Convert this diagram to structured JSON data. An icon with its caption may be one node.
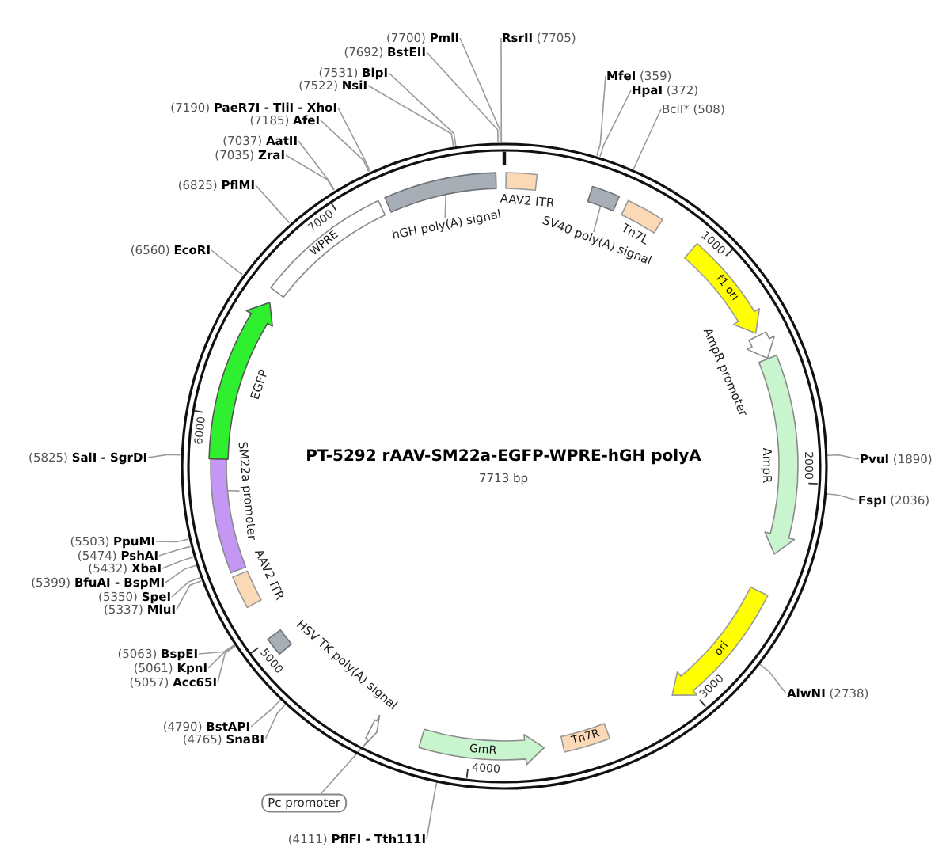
{
  "diagram": {
    "title": "PT-5292 rAAV-SM22a-EGFP-WPRE-hGH polyA",
    "nodes": [
      {
        "text": [],
        "shape": "circle"
      },
      {
        "text": [],
        "shape": "bar",
        "beside": [
          "AAV2 ITR"
        ],
        "in": 0
      },
      {
        "text": [
          "SV40 poly(A) signal"
        ],
        "in": 0
      },
      {
        "text": [],
        "shape": "bar",
        "in": 0
      },
      {
        "text": [],
        "shape": "bar",
        "beside": [
          "Tn7L"
        ],
        "in": 0
      },
      {
        "text": [
          "f1 ori"
        ],
        "in": 0
      },
      {
        "text": [],
        "shape": "arrow",
        "beside": [
          "AmpR promoter"
        ],
        "in": 0
      },
      {
        "text": [],
        "shape": "arrow",
        "beside": [
          "AmpR"
        ],
        "in": 0
      },
      {
        "text": [
          "ori"
        ],
        "in": 0
      },
      {
        "text": [
          "Tn7R"
        ],
        "in": 0
      },
      {
        "text": [
          "GmR"
        ],
        "in": 0
      },
      {
        "text": [
          "Pc promoter"
        ]
      },
      {
        "text": [],
        "shape": "arrow",
        "in": 0
      },
      {
        "text": [],
        "shape": "bar",
        "beside": [
          "HSV TK poly(A) signal"
        ],
        "in": 0
      },
      {
        "text": [],
        "shape": "bar",
        "beside": [
          "AAV2 ITR"
        ],
        "in": 0
      },
      {
        "text": [
          "SM22a promoter"
        ],
        "in": 0
      },
      {
        "text": [],
        "shape": "bar",
        "in": 0
      },
      {
        "text": [],
        "shape": "arrow",
        "beside": [
          "EGFP"
        ],
        "in": 0
      },
      {
        "text": [
          "WPRE"
        ],
        "in": 0
      },
      {
        "text": [
          "hGH poly(A) signal"
        ],
        "in": 0
      },
      {
        "text": [],
        "shape": "bar",
        "in": 0
      },
      {
        "text": [
          "**MfeI** (359)"
        ]
      },
      {
        "text": [
          "**HpaI** (372)"
        ]
      },
      {
        "text": [
          "BclI* (508)"
        ]
      },
      {
        "text": [
          "**PvuI** (1890)"
        ]
      },
      {
        "text": [
          "**FspI** (2036)"
        ]
      },
      {
        "text": [
          "**AlwNI** (2738)"
        ]
      },
      {
        "text": [
          "(4111) **PflFI - Tth111I**"
        ]
      },
      {
        "text": [
          "(4765) **SnaBI**"
        ]
      },
      {
        "text": [
          "(4790) **BstAPI**"
        ]
      },
      {
        "text": [
          "(5057) **Acc65I**"
        ]
      },
      {
        "text": [
          "(5061) **KpnI**"
        ]
      },
      {
        "text": [
          "(5063) **BspEI**"
        ]
      },
      {
        "text": [
          "(5337) **MluI**"
        ]
      },
      {
        "text": [
          "(5350) **SpeI**"
        ]
      },
      {
        "text": [
          "(5399) **BfuAI - BspMI**"
        ]
      },
      {
        "text": [
          "(5432) **XbaI**"
        ]
      },
      {
        "text": [
          "(5474) **PshAI**"
        ]
      },
      {
        "text": [
          "(5503) **PpuMI**"
        ]
      },
      {
        "text": [
          "(5825) **SalI - SgrDI**"
        ]
      },
      {
        "text": [
          "(6560) **EcoRI**"
        ]
      },
      {
        "text": [
          "(6825) **PflMI**"
        ]
      },
      {
        "text": [
          "(7035) **ZraI**"
        ]
      },
      {
        "text": [
          "(7037) **AatII**"
        ]
      },
      {
        "text": [
          "(7185) **AfeI**"
        ]
      },
      {
        "text": [
          "(7190) **PaeR7I - TliI - XhoI**"
        ]
      },
      {
        "text": [
          "(7522) **NsiI**"
        ]
      },
      {
        "text": [
          "(7531) **BlpI**"
        ]
      },
      {
        "text": [
          "(7692) **BstEII**"
        ]
      },
      {
        "text": [
          "(7700) **PmlI**"
        ]
      },
      {
        "text": [
          "**RsrII** (7705)"
        ]
      }
    ],
    "edges": [
      {
        "from": 2,
        "to": 3,
        "arrow": "none"
      },
      {
        "from": 11,
        "to": 12,
        "arrow": "none"
      },
      {
        "from": 15,
        "to": 16,
        "arrow": "none"
      },
      {
        "from": 19,
        "to": 20,
        "arrow": "none"
      },
      {
        "from": 21,
        "to": 0,
        "arrow": "none"
      },
      {
        "from": 22,
        "to": 0,
        "arrow": "none"
      },
      {
        "from": 23,
        "to": 0,
        "arrow": "none"
      },
      {
        "from": 24,
        "to": 0,
        "arrow": "none"
      },
      {
        "from": 25,
        "to": 0,
        "arrow": "none"
      },
      {
        "from": 26,
        "to": 0,
        "arrow": "none"
      },
      {
        "from": 27,
        "to": 0,
        "arrow": "none"
      },
      {
        "from": 28,
        "to": 0,
        "arrow": "none"
      },
      {
        "from": 29,
        "to": 0,
        "arrow": "none"
      },
      {
        "from": 30,
        "to": 0,
        "arrow": "none"
      },
      {
        "from": 31,
        "to": 0,
        "arrow": "none"
      },
      {
        "from": 32,
        "to": 0,
        "arrow": "none"
      },
      {
        "from": 33,
        "to": 0,
        "arrow": "none"
      },
      {
        "from": 34,
        "to": 0,
        "arrow": "none"
      },
      {
        "from": 35,
        "to": 0,
        "arrow": "none"
      },
      {
        "from": 36,
        "to": 0,
        "arrow": "none"
      },
      {
        "from": 37,
        "to": 0,
        "arrow": "none"
      },
      {
        "from": 38,
        "to": 0,
        "arrow": "none"
      },
      {
        "from": 39,
        "to": 0,
        "arrow": "none"
      },
      {
        "from": 40,
        "to": 0,
        "arrow": "none"
      },
      {
        "from": 41,
        "to": 0,
        "arrow": "none"
      },
      {
        "from": 42,
        "to": 0,
        "arrow": "none"
      },
      {
        "from": 43,
        "to": 0,
        "arrow": "none"
      },
      {
        "from": 44,
        "to": 0,
        "arrow": "none"
      },
      {
        "from": 45,
        "to": 0,
        "arrow": "none"
      },
      {
        "from": 46,
        "to": 0,
        "arrow": "none"
      },
      {
        "from": 47,
        "to": 0,
        "arrow": "none"
      },
      {
        "from": 48,
        "to": 0,
        "arrow": "none"
      },
      {
        "from": 49,
        "to": 0,
        "arrow": "none"
      },
      {
        "from": 50,
        "to": 0,
        "arrow": "none"
      }
    ],
    "labels": [
      "7713 bp",
      "1000",
      "2000",
      "3000",
      "4000",
      "5000",
      "6000",
      "7000"
    ]
  }
}
